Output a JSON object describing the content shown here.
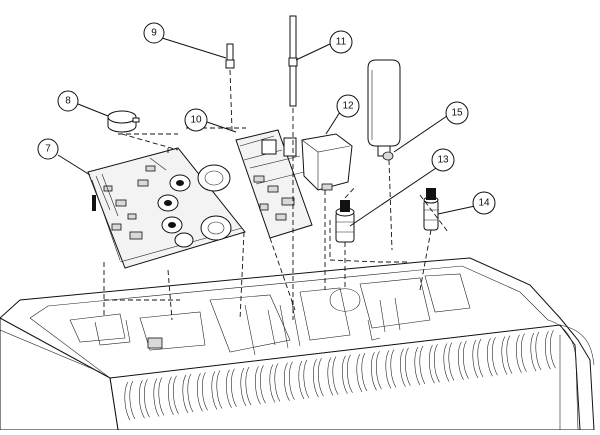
{
  "callouts": [
    {
      "id": "callout-7",
      "label": "7"
    },
    {
      "id": "callout-8",
      "label": "8"
    },
    {
      "id": "callout-9",
      "label": "9"
    },
    {
      "id": "callout-10",
      "label": "10"
    },
    {
      "id": "callout-11",
      "label": "11"
    },
    {
      "id": "callout-12",
      "label": "12"
    },
    {
      "id": "callout-13",
      "label": "13"
    },
    {
      "id": "callout-14",
      "label": "14"
    },
    {
      "id": "callout-15",
      "label": "15"
    }
  ],
  "colors": {
    "line": "#111111",
    "background": "#ffffff"
  }
}
